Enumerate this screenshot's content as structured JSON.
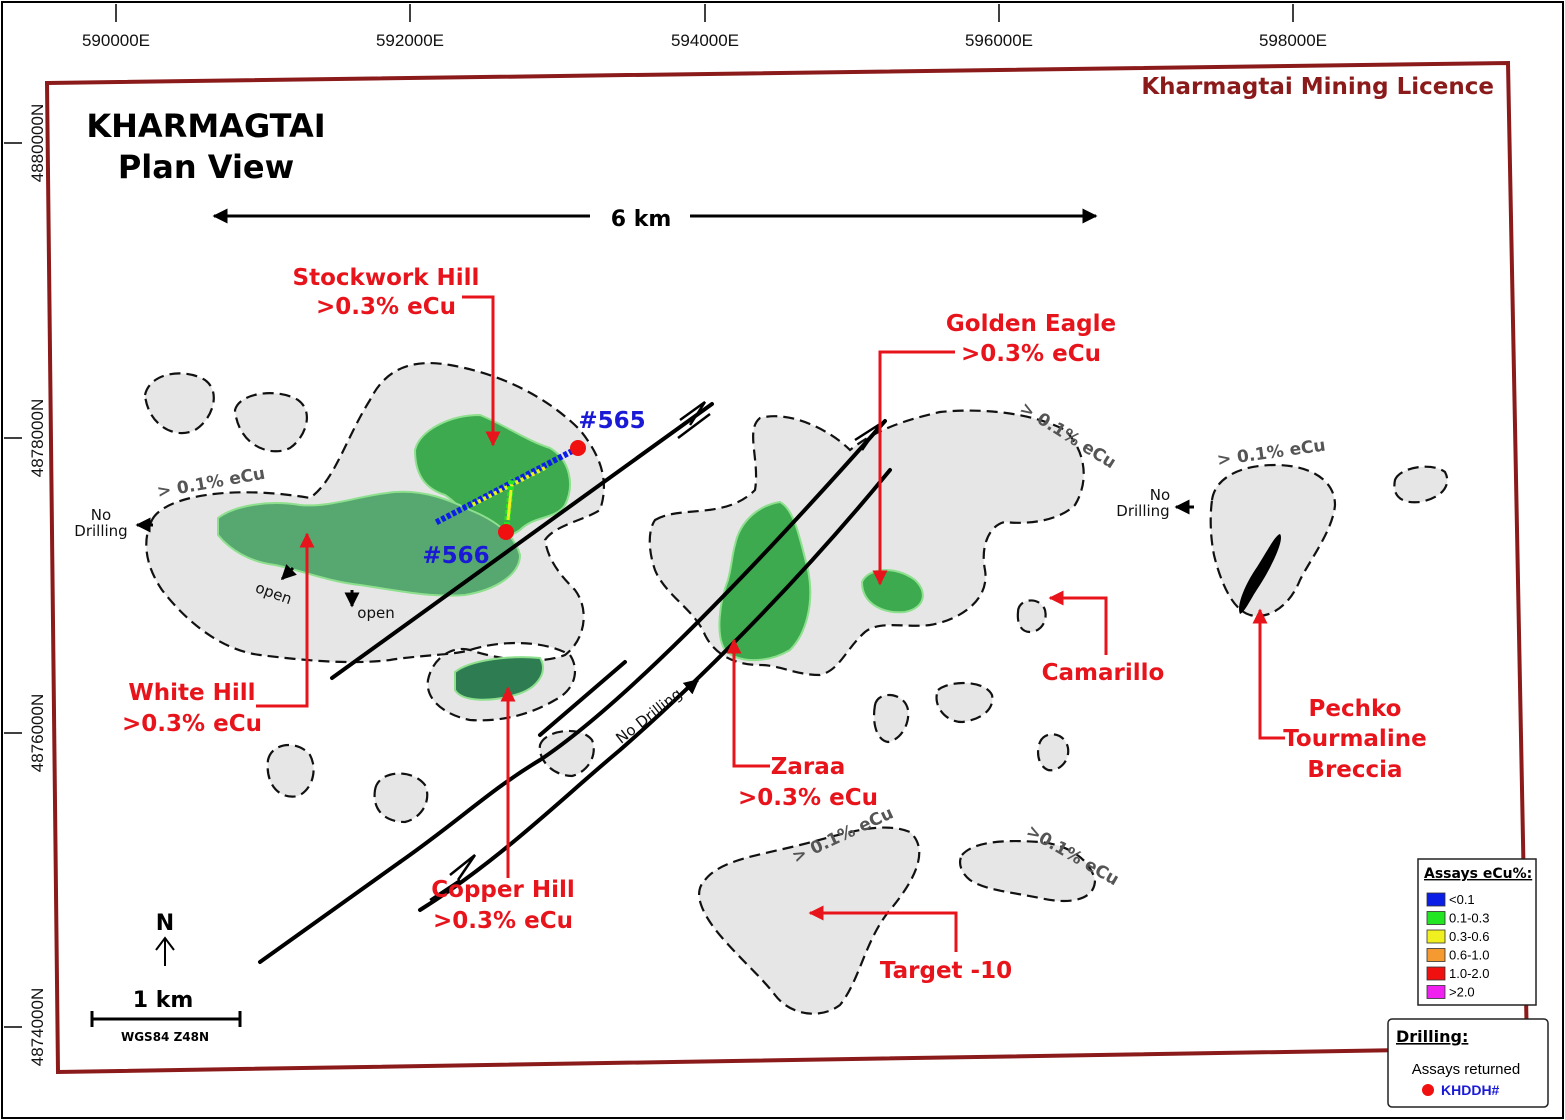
{
  "map": {
    "title_line1": "KHARMAGTAI",
    "title_line2": "Plan View",
    "licence_label": "Kharmagtai Mining Licence",
    "easting_ticks": [
      "590000E",
      "592000E",
      "594000E",
      "596000E",
      "598000E"
    ],
    "northing_ticks": [
      "4880000N",
      "4878000N",
      "4876000N",
      "4874000N"
    ],
    "distance_label": "6 km",
    "north_label": "N",
    "scale_label": "1 km",
    "datum_label": "WGS84 Z48N",
    "contour_label": "> 0.1% eCu",
    "contour_label_alt": ">0.1% eCu",
    "no_drilling": [
      "No",
      "Drilling"
    ],
    "no_drilling_single": "No Drilling",
    "open_label": "open",
    "holes": [
      "#565",
      "#566"
    ]
  },
  "targets": {
    "stockwork_hill": [
      "Stockwork Hill",
      ">0.3% eCu"
    ],
    "golden_eagle": [
      "Golden Eagle",
      ">0.3% eCu"
    ],
    "white_hill": [
      "White Hill",
      ">0.3% eCu"
    ],
    "copper_hill": [
      "Copper Hill",
      ">0.3% eCu"
    ],
    "zaraa": [
      "Zaraa",
      ">0.3% eCu"
    ],
    "camarillo": "Camarillo",
    "pechko": [
      "Pechko",
      "Tourmaline",
      "Breccia"
    ],
    "target10": "Target -10"
  },
  "legend": {
    "assays_title": "Assays eCu%:",
    "assays": [
      {
        "label": "<0.1",
        "color": "#0a1ee6"
      },
      {
        "label": "0.1-0.3",
        "color": "#22e622"
      },
      {
        "label": "0.3-0.6",
        "color": "#f0f020"
      },
      {
        "label": "0.6-1.0",
        "color": "#f59a30"
      },
      {
        "label": "1.0-2.0",
        "color": "#f01010"
      },
      {
        "label": ">2.0",
        "color": "#f020f0"
      }
    ],
    "drilling_title": "Drilling:",
    "drilling_item": "Assays returned",
    "drilling_code": "KHDDH#"
  },
  "colors": {
    "licence_border": "#8b1a1a",
    "target_red": "#e8141c",
    "hole_blue": "#1a1ad6",
    "anomaly_fill": "#e6e6e6",
    "high_grade_green": "#3daa4f"
  }
}
